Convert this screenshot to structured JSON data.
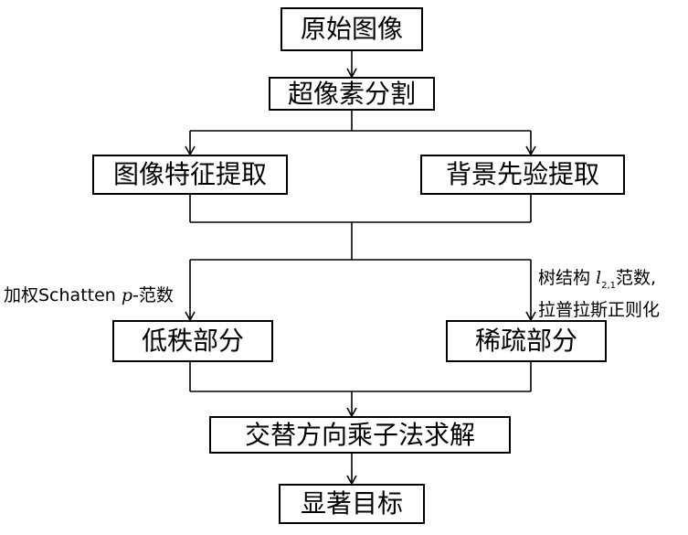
{
  "nodes": {
    "original_image": "原始图像",
    "superpixel_segmentation": "超像素分割",
    "image_feature_extraction": "图像特征提取",
    "background_prior_extraction": "背景先验提取",
    "low_rank_part": "低秩部分",
    "sparse_part": "稀疏部分",
    "admm_solve": "交替方向乘子法求解",
    "salient_object": "显著目标"
  },
  "annotations": {
    "low_rank": {
      "prefix": "加权Schatten ",
      "symbol": "p",
      "suffix": "-范数"
    },
    "sparse": {
      "line1_prefix": "树结构 ",
      "symbol": "l",
      "subscript": "2,1",
      "line1_suffix": "范数,",
      "line2": "拉普拉斯正则化"
    }
  }
}
